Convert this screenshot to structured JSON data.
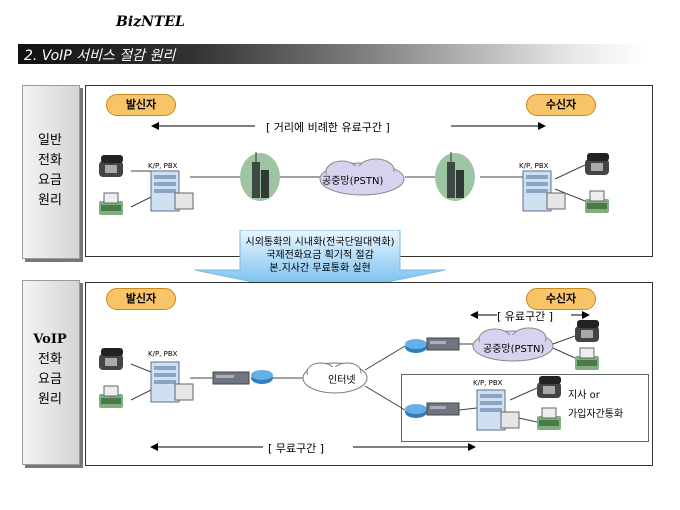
{
  "brand": "BizNTEL",
  "title": "2. VoIP 서비스 절감 원리",
  "section1": {
    "side_label": [
      "일반",
      "전화",
      "요금",
      "원리"
    ],
    "caller": "발신자",
    "receiver": "수신자",
    "toll_label": "[ 거리에 비례한 유료구간 ]",
    "pstn": "공중망(PSTN)",
    "pbx_left": "K/P, PBX",
    "pbx_right": "K/P, PBX"
  },
  "benefits": [
    "시외통화의 시내화(전국단일대역화)",
    "국제전화요금 획기적 절감",
    "본.지사간 무료통화 실현"
  ],
  "section2": {
    "side_label": [
      "VoIP",
      "전화",
      "요금",
      "원리"
    ],
    "caller": "발신자",
    "receiver": "수신자",
    "toll_label": "[ 유료구간 ]",
    "pstn": "공중망(PSTN)",
    "internet": "인터넷",
    "branch_line1": "지사 or",
    "branch_line2": "가입자간통화",
    "free_label": "[ 무료구간 ]",
    "pbx_left": "K/P, PBX",
    "pbx_branch": "K/P, PBX"
  }
}
